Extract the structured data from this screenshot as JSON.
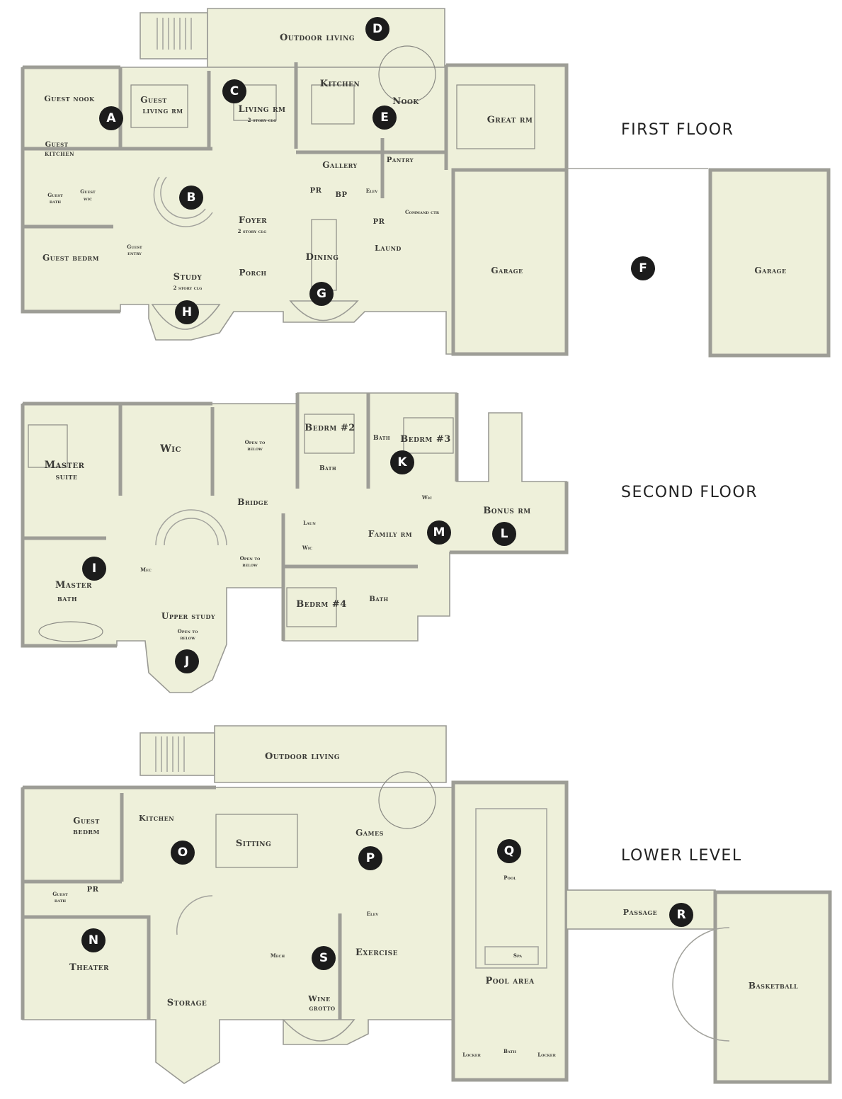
{
  "floors": [
    {
      "title": "FIRST FLOOR",
      "rooms": {
        "outdoor_living": "Outdoor living",
        "guest_nook": "Guest nook",
        "guest_living": "Guest",
        "guest_living_2": "living rm",
        "living": "Living rm",
        "living_sub": "2 story clg",
        "kitchen": "Kitchen",
        "nook": "Nook",
        "great": "Great rm",
        "guest_kitchen": "Guest",
        "guest_kitchen_2": "kitchen",
        "gallery": "Gallery",
        "pantry": "Pantry",
        "guest_bath": "Guest",
        "guest_bath_2": "bath",
        "guest_wic": "Guest",
        "guest_wic_2": "wic",
        "pr": "PR",
        "bp": "BP",
        "elev": "Elev",
        "command": "Command ctr",
        "foyer": "Foyer",
        "foyer_sub": "2 story clg",
        "pr2": "PR",
        "guest_bedrm": "Guest bedrm",
        "guest_entry": "Guest",
        "guest_entry_2": "entry",
        "dining": "Dining",
        "laund": "Laund",
        "garage": "Garage",
        "garage2": "Garage",
        "study": "Study",
        "study_sub": "2 story clg",
        "porch": "Porch"
      },
      "markers": [
        "A",
        "B",
        "C",
        "D",
        "E",
        "F",
        "G",
        "H"
      ]
    },
    {
      "title": "SECOND FLOOR",
      "rooms": {
        "bedrm2": "Bedrm #2",
        "bath_a": "Bath",
        "bedrm3": "Bedrm #3",
        "wic": "Wic",
        "open1": "Open to",
        "open1_b": "below",
        "master": "Master",
        "master_2": "suite",
        "bath_b": "Bath",
        "bridge": "Bridge",
        "wic2": "Wic",
        "bonus": "Bonus rm",
        "laun": "Laun",
        "wic3": "Wic",
        "family": "Family rm",
        "open2": "Open to",
        "open2_b": "below",
        "mec": "Mec",
        "master_bath": "Master",
        "master_bath_2": "bath",
        "bedrm4": "Bedrm #4",
        "bath_c": "Bath",
        "upper_study": "Upper study",
        "open3": "Open to",
        "open3_b": "below"
      },
      "markers": [
        "I",
        "J",
        "K",
        "L",
        "M"
      ]
    },
    {
      "title": "LOWER LEVEL",
      "rooms": {
        "outdoor_living": "Outdoor living",
        "guest_bedrm": "Guest",
        "guest_bedrm_2": "bedrm",
        "kitchen": "Kitchen",
        "sitting": "Sitting",
        "games": "Games",
        "pool": "Pool",
        "guest_bath": "Guest",
        "guest_bath_2": "bath",
        "pr": "PR",
        "elev": "Elev",
        "passage": "Passage",
        "spa": "Spa",
        "theater": "Theater",
        "mech": "Mech",
        "exercise": "Exercise",
        "pool_area": "Pool area",
        "basketball": "Basketball",
        "storage": "Storage",
        "wine": "Wine",
        "wine_2": "grotto",
        "locker": "Locker",
        "bath": "Bath",
        "locker2": "Locker"
      },
      "markers": [
        "N",
        "O",
        "P",
        "Q",
        "R",
        "S"
      ]
    }
  ]
}
